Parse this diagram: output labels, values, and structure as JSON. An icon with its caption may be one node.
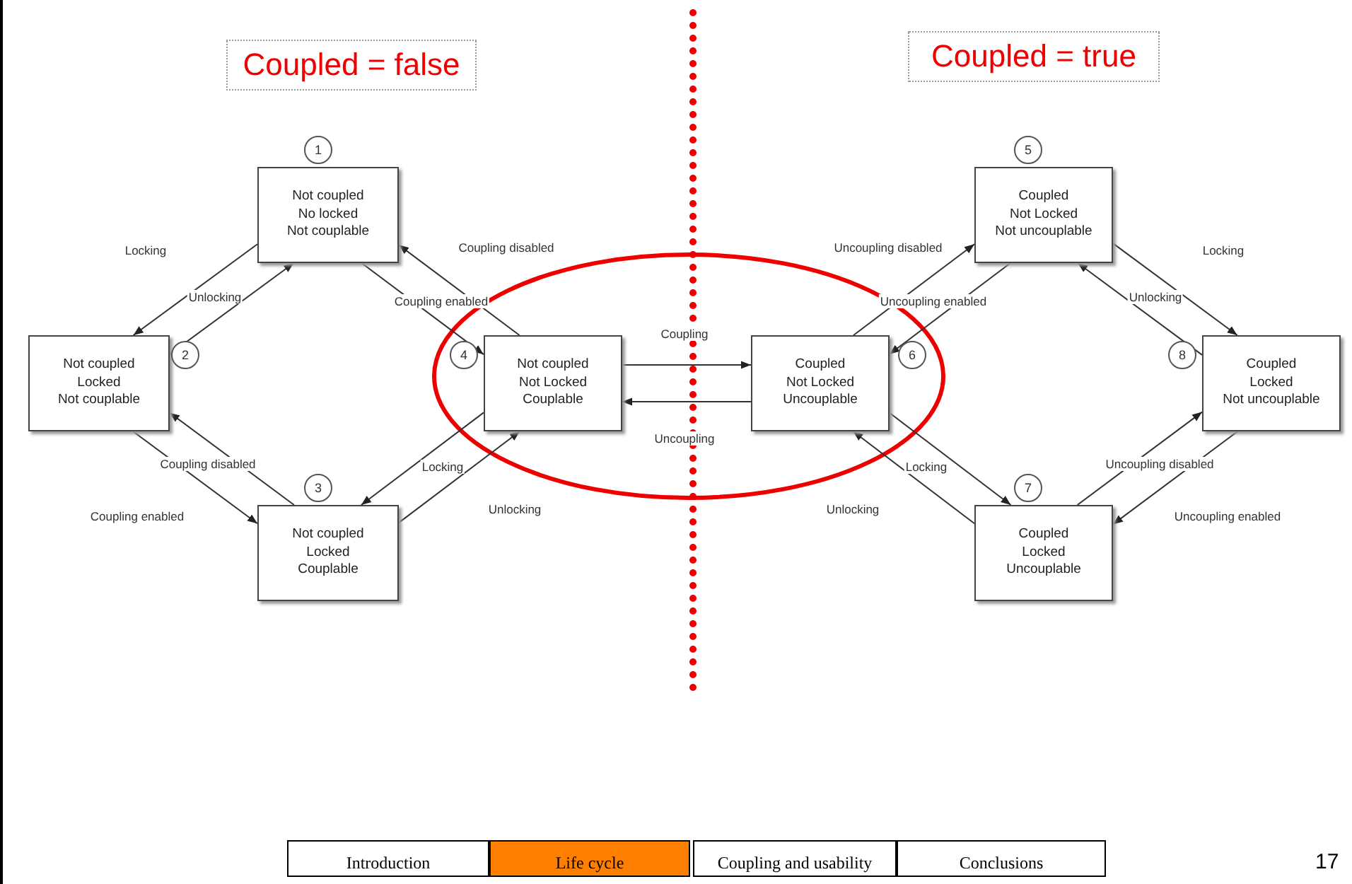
{
  "diagram": {
    "nodes": [
      {
        "text": [
          "Coupled = false"
        ]
      },
      {
        "text": [
          "Coupled = true"
        ]
      },
      {
        "text": [
          "Not coupled",
          "No locked",
          "Not couplable"
        ],
        "beside": [
          "1"
        ]
      },
      {
        "text": [
          "Not coupled",
          "Locked",
          "Not couplable"
        ],
        "beside": [
          "2"
        ]
      },
      {
        "text": [
          "Not coupled",
          "Locked",
          "Couplable"
        ],
        "beside": [
          "3"
        ]
      },
      {
        "text": [
          "Not coupled",
          "Not Locked",
          "Couplable"
        ],
        "beside": [
          "4"
        ]
      },
      {
        "text": [
          "Coupled",
          "Not Locked",
          "Not uncouplable"
        ],
        "beside": [
          "5"
        ]
      },
      {
        "text": [
          "Coupled",
          "Not Locked",
          "Uncouplable"
        ],
        "beside": [
          "6"
        ]
      },
      {
        "text": [
          "Coupled",
          "Locked",
          "Uncouplable"
        ],
        "beside": [
          "7"
        ]
      },
      {
        "text": [
          "Coupled",
          "Locked",
          "Not uncouplable"
        ],
        "beside": [
          "8"
        ]
      }
    ],
    "edges": [
      {
        "from": 2,
        "to": 3,
        "arrow": "to",
        "label": "Locking"
      },
      {
        "from": 3,
        "to": 2,
        "arrow": "to",
        "label": "Unlocking"
      },
      {
        "from": 2,
        "to": 5,
        "arrow": "to",
        "label": "Coupling enabled"
      },
      {
        "from": 5,
        "to": 2,
        "arrow": "to",
        "label": "Coupling disabled"
      },
      {
        "from": 3,
        "to": 4,
        "arrow": "to",
        "label": "Coupling enabled"
      },
      {
        "from": 4,
        "to": 3,
        "arrow": "to",
        "label": "Coupling disabled"
      },
      {
        "from": 5,
        "to": 4,
        "arrow": "to",
        "label": "Locking"
      },
      {
        "from": 4,
        "to": 5,
        "arrow": "to",
        "label": "Unlocking"
      },
      {
        "from": 5,
        "to": 7,
        "arrow": "to",
        "label": "Coupling"
      },
      {
        "from": 7,
        "to": 5,
        "arrow": "to",
        "label": "Uncoupling"
      },
      {
        "from": 7,
        "to": 6,
        "arrow": "to",
        "label": "Uncoupling disabled"
      },
      {
        "from": 6,
        "to": 7,
        "arrow": "to",
        "label": "Uncoupling enabled"
      },
      {
        "from": 6,
        "to": 9,
        "arrow": "to",
        "label": "Locking"
      },
      {
        "from": 9,
        "to": 6,
        "arrow": "to",
        "label": "Unlocking"
      },
      {
        "from": 7,
        "to": 8,
        "arrow": "to",
        "label": "Locking"
      },
      {
        "from": 8,
        "to": 7,
        "arrow": "to",
        "label": "Unlocking"
      },
      {
        "from": 8,
        "to": 9,
        "arrow": "to",
        "label": "Uncoupling disabled"
      },
      {
        "from": 9,
        "to": 8,
        "arrow": "to",
        "label": "Uncoupling enabled"
      }
    ],
    "labels": [
      "Introduction",
      "Life cycle",
      "Coupling and usability",
      "Conclusions",
      "17"
    ]
  }
}
